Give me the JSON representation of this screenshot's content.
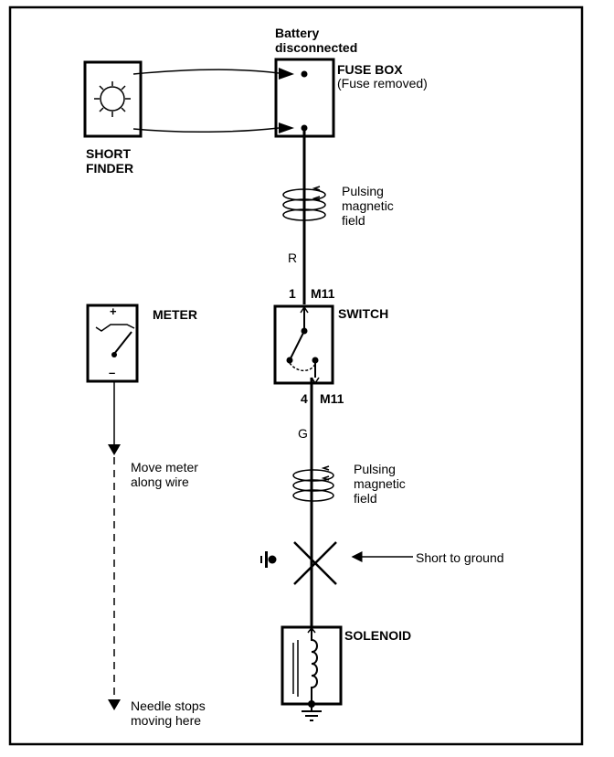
{
  "labels": {
    "battery_line1": "Battery",
    "battery_line2": "disconnected",
    "fuse_box": "FUSE BOX",
    "fuse_removed": "(Fuse removed)",
    "short_finder_line1": "SHORT",
    "short_finder_line2": "FINDER",
    "pulsing1_line1": "Pulsing",
    "pulsing1_line2": "magnetic",
    "pulsing1_line3": "field",
    "wire_color_red": "R",
    "pin_top": "1",
    "connector_top": "M11",
    "switch": "SWITCH",
    "pin_bottom": "4",
    "connector_bottom": "M11",
    "wire_color_green": "G",
    "pulsing2_line1": "Pulsing",
    "pulsing2_line2": "magnetic",
    "pulsing2_line3": "field",
    "short_to_ground": "Short to ground",
    "solenoid": "SOLENOID",
    "meter": "METER",
    "meter_plus": "+",
    "meter_minus": "–",
    "move_meter_line1": "Move meter",
    "move_meter_line2": "along wire",
    "needle_stops_line1": "Needle stops",
    "needle_stops_line2": "moving here"
  }
}
